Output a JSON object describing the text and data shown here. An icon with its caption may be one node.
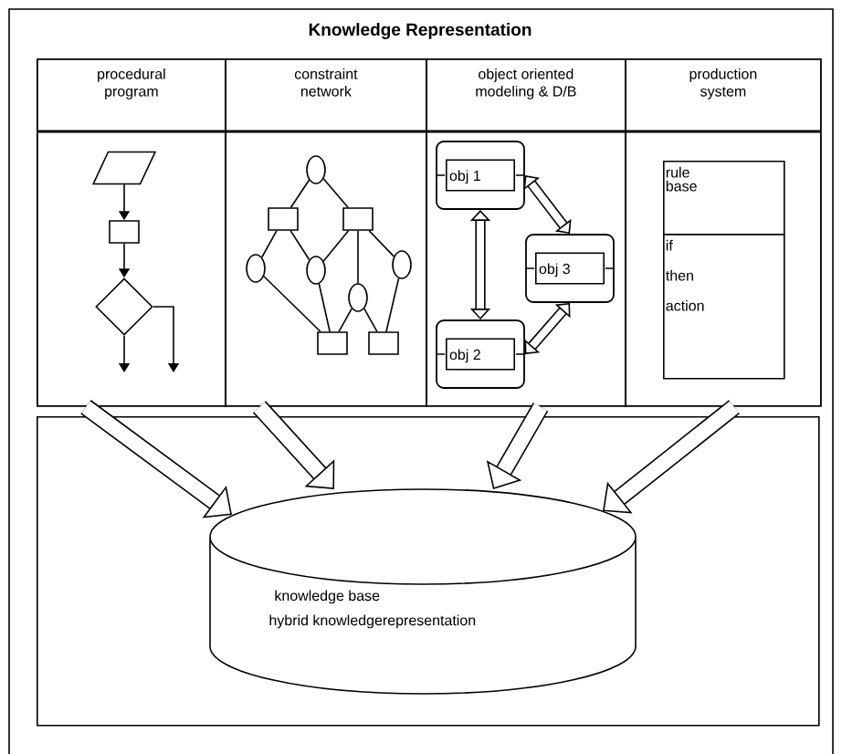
{
  "diagram": {
    "title": "Knowledge Representation",
    "nodes": [
      {
        "text": [
          "procedural program"
        ]
      },
      {
        "text": [
          "constraint network"
        ]
      },
      {
        "text": [
          "object oriented modeling & D/B"
        ]
      },
      {
        "text": [
          "production system"
        ]
      },
      {
        "text": [],
        "shape": "parallelogram",
        "in": 0
      },
      {
        "text": [],
        "shape": "box",
        "in": 0
      },
      {
        "text": [],
        "shape": "diamond",
        "in": 0
      },
      {
        "text": [],
        "shape": "circle",
        "in": 1
      },
      {
        "text": [],
        "shape": "box",
        "in": 1
      },
      {
        "text": [],
        "shape": "box",
        "in": 1
      },
      {
        "text": [],
        "shape": "circle",
        "in": 1
      },
      {
        "text": [],
        "shape": "circle",
        "in": 1
      },
      {
        "text": [],
        "shape": "circle",
        "in": 1
      },
      {
        "text": [],
        "shape": "circle",
        "in": 1
      },
      {
        "text": [],
        "shape": "box",
        "in": 1
      },
      {
        "text": [],
        "shape": "box",
        "in": 1
      },
      {
        "text": [
          "obj 1"
        ],
        "in": 2
      },
      {
        "text": [
          "obj 3"
        ],
        "in": 2
      },
      {
        "text": [
          "obj 2"
        ],
        "in": 2
      },
      {
        "text": [
          "rule base"
        ],
        "in": 3
      },
      {
        "text": [
          "if",
          "then",
          "action"
        ],
        "in": 3
      },
      {
        "text": [],
        "shape": "box"
      },
      {
        "text": [
          "knowledge base",
          "hybrid knowledgerepresentation"
        ],
        "in": 21
      }
    ],
    "edges": [
      {
        "from": 4,
        "to": 5,
        "arrow": "to"
      },
      {
        "from": 5,
        "to": 6,
        "arrow": "to"
      },
      {
        "from": 6,
        "to": null,
        "arrow": "to"
      },
      {
        "from": 6,
        "to": null,
        "arrow": "to"
      },
      {
        "from": 7,
        "to": 8,
        "arrow": "none"
      },
      {
        "from": 7,
        "to": 9,
        "arrow": "none"
      },
      {
        "from": 8,
        "to": 10,
        "arrow": "none"
      },
      {
        "from": 8,
        "to": 11,
        "arrow": "none"
      },
      {
        "from": 9,
        "to": 11,
        "arrow": "none"
      },
      {
        "from": 9,
        "to": 12,
        "arrow": "none"
      },
      {
        "from": 9,
        "to": 13,
        "arrow": "none"
      },
      {
        "from": 10,
        "to": 14,
        "arrow": "none"
      },
      {
        "from": 11,
        "to": 14,
        "arrow": "none"
      },
      {
        "from": 12,
        "to": 14,
        "arrow": "none"
      },
      {
        "from": 12,
        "to": 15,
        "arrow": "none"
      },
      {
        "from": 13,
        "to": 15,
        "arrow": "none"
      },
      {
        "from": 16,
        "to": 17,
        "arrow": "both",
        "style": "thick"
      },
      {
        "from": 16,
        "to": 18,
        "arrow": "both",
        "style": "thick"
      },
      {
        "from": 18,
        "to": 17,
        "arrow": "both",
        "style": "thick"
      },
      {
        "from": 0,
        "to": 22,
        "arrow": "to",
        "style": "thick"
      },
      {
        "from": 1,
        "to": 22,
        "arrow": "to",
        "style": "thick"
      },
      {
        "from": 2,
        "to": 22,
        "arrow": "to",
        "style": "thick"
      },
      {
        "from": 3,
        "to": 22,
        "arrow": "to",
        "style": "thick"
      }
    ]
  }
}
